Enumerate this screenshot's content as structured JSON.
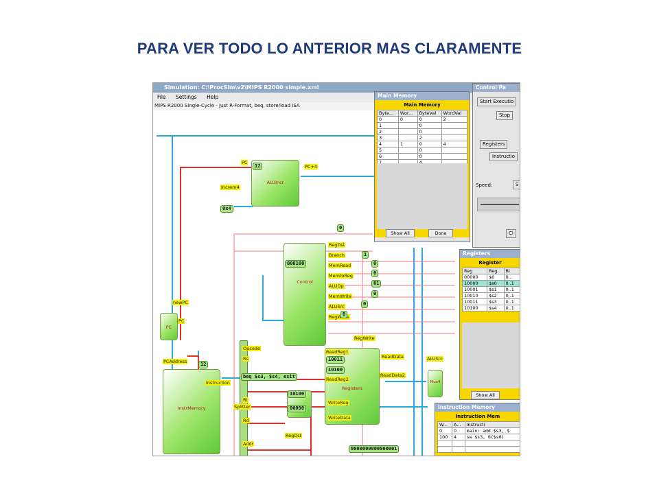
{
  "slide": {
    "title": "PARA VER TODO LO ANTERIOR MAS CLARAMENTE"
  },
  "simulation": {
    "window_title": "Simulation: C:\\ProcSim\\v2\\MIPS R2000 simple.xml",
    "menu": [
      "File",
      "Settings",
      "Help"
    ],
    "subtitle": "MIPS R2000 Single-Cycle - Just R-Format, beq, store/load ISA",
    "blocks": {
      "alu_incr": "ALUIncr",
      "control": "Control",
      "pc": "PC",
      "instr_memory": "InstrMemory",
      "registers": "Registers",
      "mux": "Mux4"
    },
    "labels": {
      "pc_in": "PC",
      "pc_plus_4": "PC+4",
      "increm4": "Increm4",
      "const4": "0x4",
      "new_pc": "newPC",
      "pc_out": "PC",
      "pc_address": "PCAddress",
      "instruction": "Instruction",
      "reg_dst": "RegDst",
      "branch": "Branch",
      "mem_read": "MemRead",
      "mem_to_reg": "MemtoReg",
      "alu_op": "ALUOp",
      "mem_write": "MemWrite",
      "alu_src": "ALUSrc",
      "reg_write_ctrl": "RegWrite",
      "reg_write": "RegWrite",
      "opcode": "Opcode",
      "rs": "Rs",
      "rt": "Rt",
      "rd": "Rd",
      "splitter": "Splitter",
      "addr": "Addr",
      "read_reg1": "ReadReg1",
      "read_reg2": "ReadReg2",
      "write_reg": "WriteReg",
      "write_data": "WriteData",
      "read_data1": "ReadData",
      "read_data2": "ReadData2",
      "alu_src_mux": "ALUSrc",
      "reg_dst_mux": "RegDst"
    },
    "values": {
      "pc_value": "12",
      "instr_addr": "12",
      "control_code": "000100",
      "v_top": "0",
      "v_branch": "1",
      "v_memread": "0",
      "v_memtoreg": "0",
      "v_aluop": "01",
      "v_memwrite": "0",
      "v_alusrc": "0",
      "v_regwrite": "0",
      "read_reg1_val": "10011",
      "read_reg2_val": "10100",
      "mux_top": "10100",
      "mux_bottom": "00000",
      "instruction_text": "beq $s3, $s4, exit",
      "long_value": "0000000000000001"
    }
  },
  "main_memory": {
    "title": "Main Memory",
    "header": "Main Memory",
    "columns": [
      "Byte...",
      "Wor...",
      "ByteVal",
      "WordVal"
    ],
    "rows": [
      [
        "0",
        "0",
        "0",
        "2"
      ],
      [
        "1",
        "",
        "0",
        ""
      ],
      [
        "2",
        "",
        "0",
        ""
      ],
      [
        "3",
        "",
        "2",
        ""
      ],
      [
        "4",
        "1",
        "0",
        "4"
      ],
      [
        "5",
        "",
        "0",
        ""
      ],
      [
        "6",
        "",
        "0",
        ""
      ],
      [
        "7",
        "",
        "4",
        ""
      ]
    ],
    "show_all": "Show All",
    "done": "Done"
  },
  "control_panel": {
    "title": "Control Pa",
    "start": "Start Executio",
    "stop": "Stop",
    "registers": "Registers",
    "instructions": "Instructio",
    "speed_label": "Speed:",
    "speed_btn": "S",
    "clear": "Cl"
  },
  "registers_panel": {
    "title": "Registers",
    "header": "Register",
    "columns": [
      "Reg",
      "Reg",
      "Bi"
    ],
    "rows": [
      [
        "00000",
        "$0",
        "0..."
      ],
      [
        "10000",
        "$s0",
        "0..1"
      ],
      [
        "10001",
        "$s1",
        "0..1"
      ],
      [
        "10010",
        "$s2",
        "0..1"
      ],
      [
        "10011",
        "$s3",
        "0..1"
      ],
      [
        "10100",
        "$s4",
        "0..1"
      ]
    ],
    "show_all": "Show All"
  },
  "instruction_memory": {
    "title": "Instruction Memory",
    "header": "Instruction Mem",
    "columns": [
      "W...",
      "A...",
      "Instructi"
    ],
    "rows": [
      [
        "0",
        "0",
        "main: add $s3, $"
      ],
      [
        "100",
        "4",
        "sw $s3, 0($s0)"
      ],
      [
        "",
        "",
        ""
      ],
      [
        "",
        "",
        ""
      ]
    ]
  },
  "colors": {
    "title": "#1e3a78",
    "wire_red": "#e0302a",
    "wire_blue": "#29a8dd",
    "block_green": "#7ed957",
    "label_yellow": "#f5f000"
  }
}
